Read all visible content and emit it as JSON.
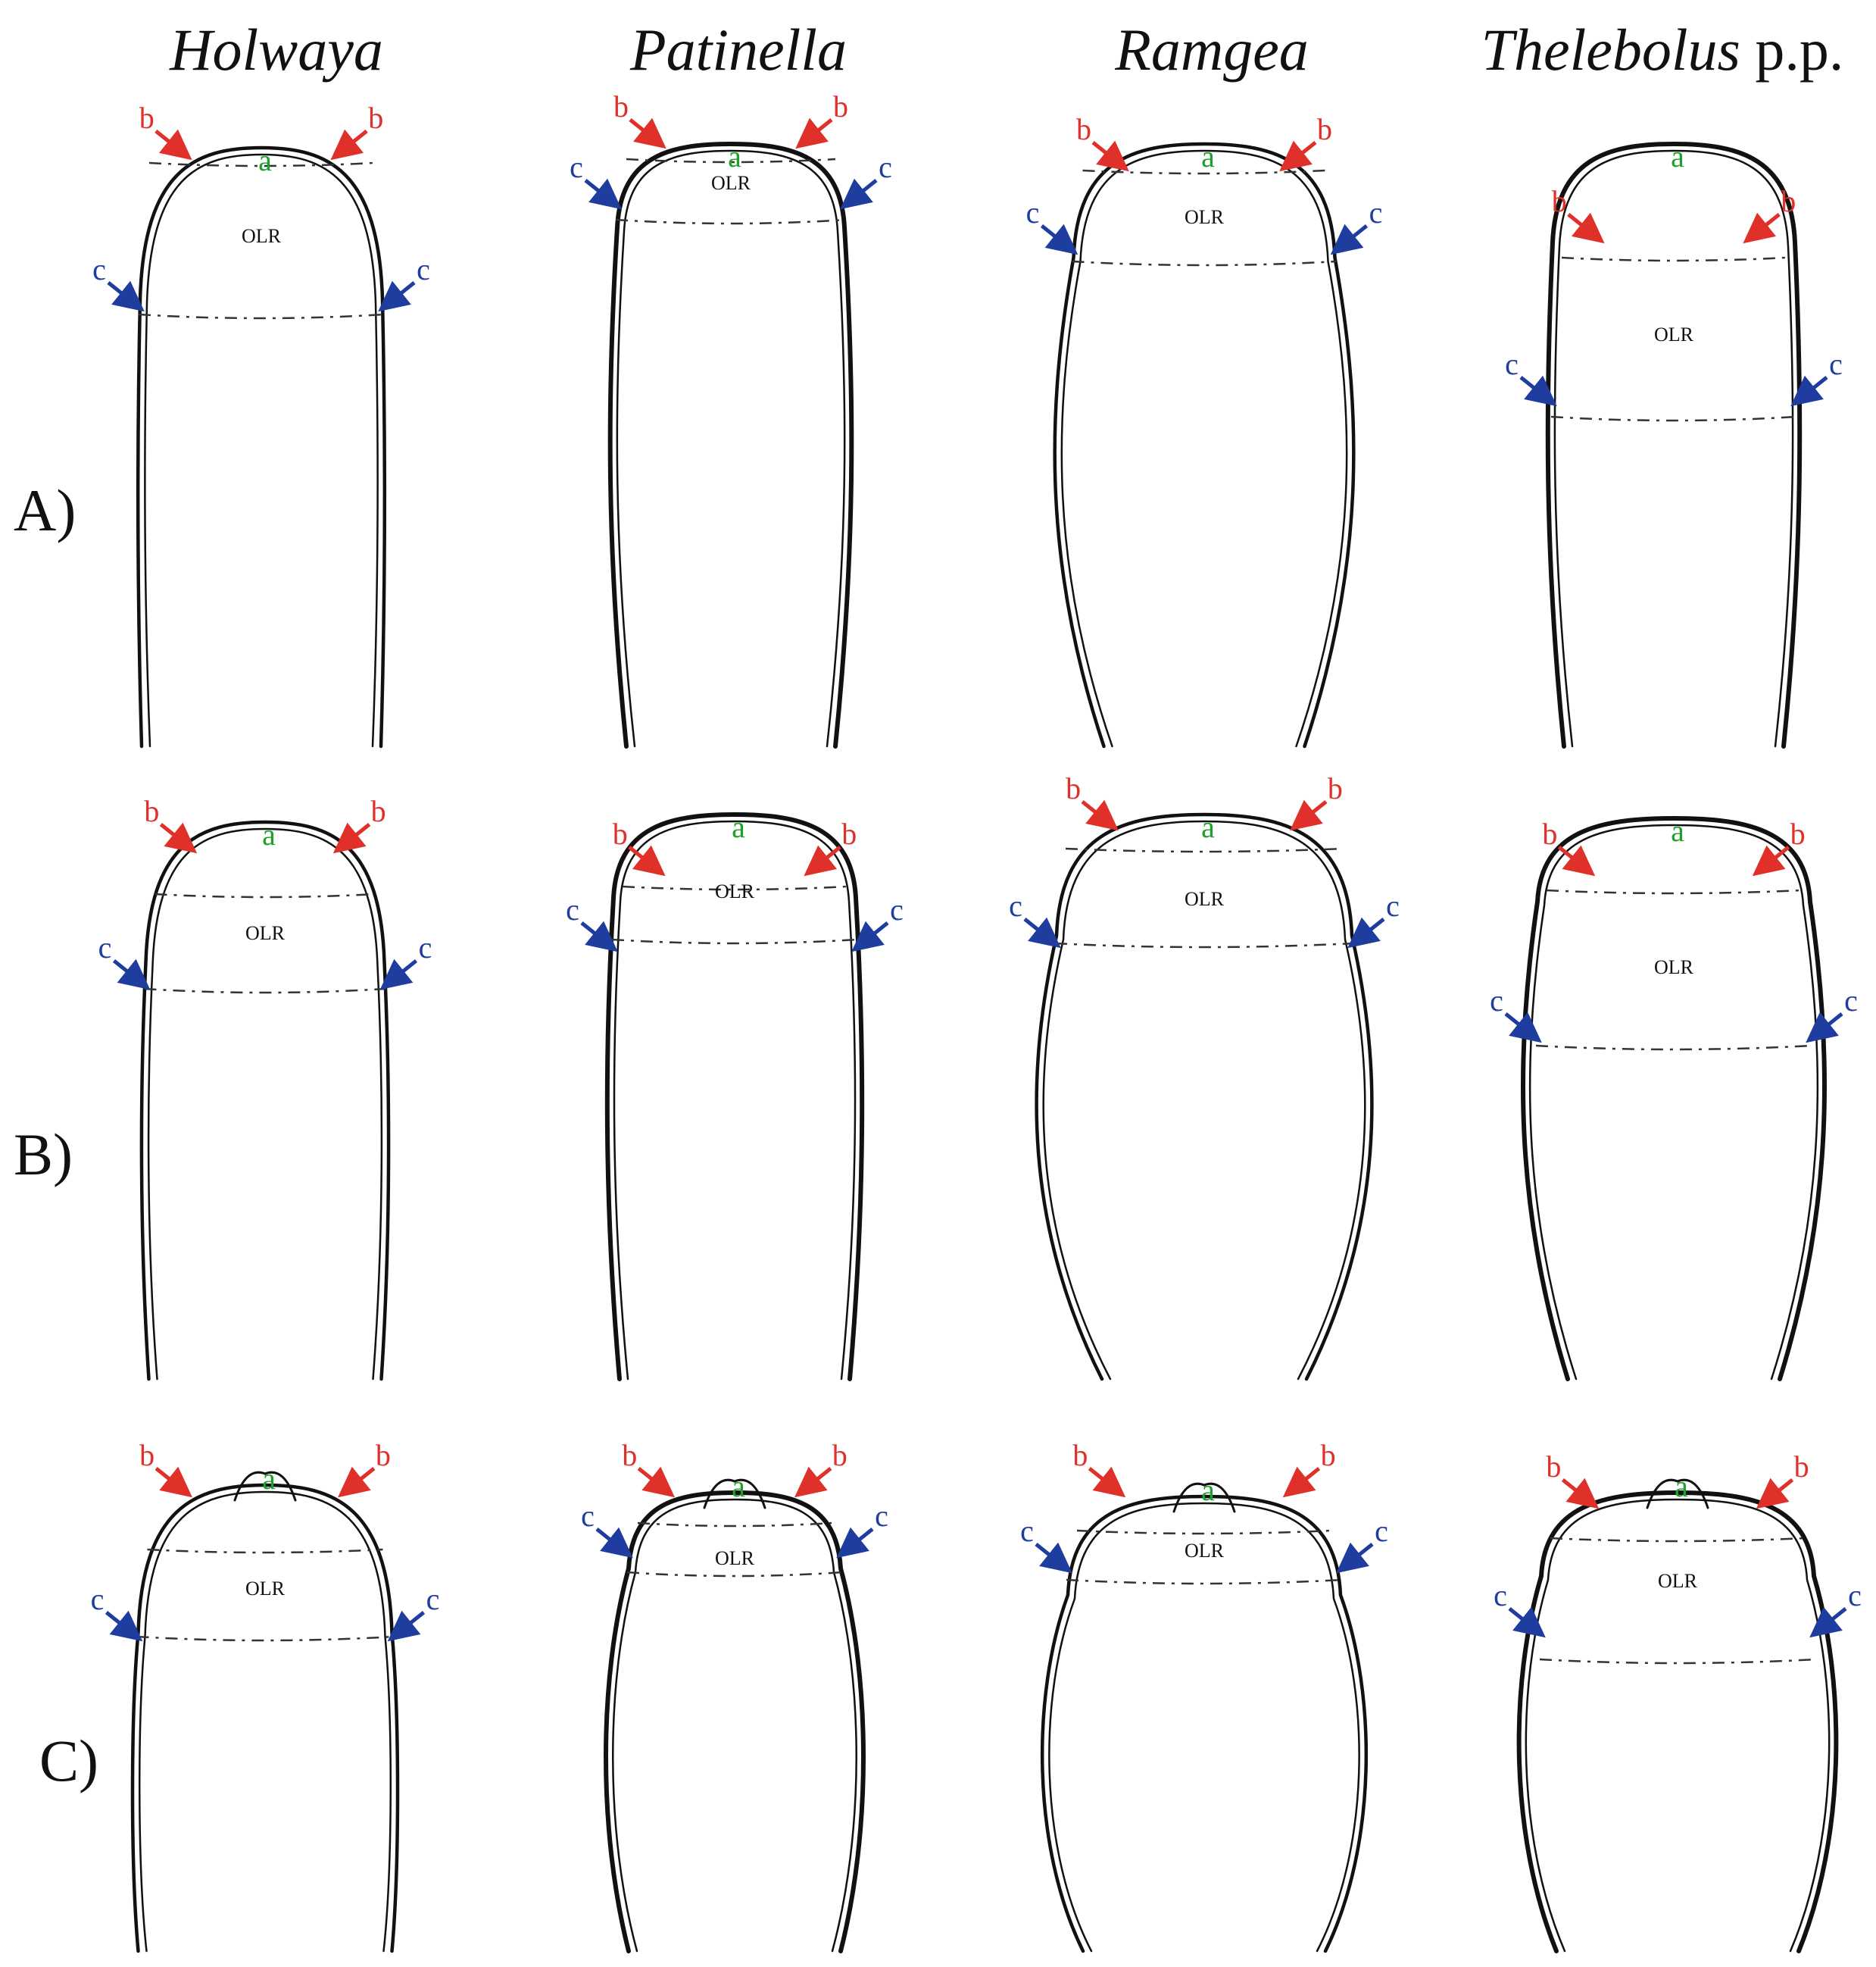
{
  "columns": [
    {
      "genus": "Holwaya",
      "suffix": ""
    },
    {
      "genus": "Patinella",
      "suffix": ""
    },
    {
      "genus": "Ramgea",
      "suffix": ""
    },
    {
      "genus": "Thelebolus",
      "suffix": " p.p."
    }
  ],
  "rows": [
    {
      "label": "A)"
    },
    {
      "label": "B)"
    },
    {
      "label": "C)"
    }
  ],
  "annotations": {
    "a": "a",
    "b": "b",
    "c": "c",
    "olr": "OLR"
  },
  "colors": {
    "a": "#1fa02a",
    "b": "#e0302a",
    "c": "#1f3d9e",
    "ink": "#111111"
  }
}
